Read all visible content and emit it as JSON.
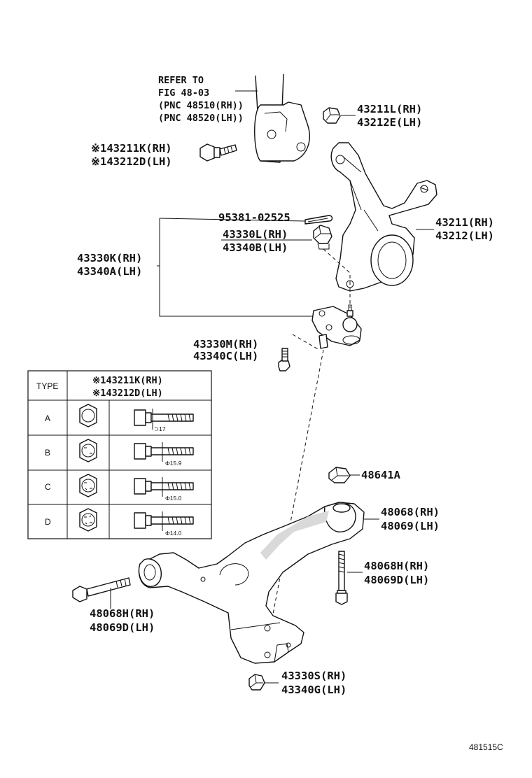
{
  "diagram_id": "481515C",
  "reference_note": {
    "line1": "REFER TO",
    "line2": "FIG 48-03",
    "line3": "(PNC 48510(RH))",
    "line4": "(PNC 48520(LH))"
  },
  "callouts": {
    "bolt_43211k": {
      "rh": "※143211K(RH)",
      "lh": "※143212D(LH)"
    },
    "nut_43211l": {
      "rh": "43211L(RH)",
      "lh": "43212E(LH)"
    },
    "knuckle": {
      "rh": "43211(RH)",
      "lh": "43212(LH)"
    },
    "cotter_pin": {
      "label": "95381-02525"
    },
    "castle_nut": {
      "rh": "43330L(RH)",
      "lh": "43340B(LH)"
    },
    "ball_joint_assy": {
      "rh": "43330K(RH)",
      "lh": "43340A(LH)"
    },
    "ball_joint_bolt": {
      "rh": "43330M(RH)",
      "lh": "43340C(LH)"
    },
    "bushing_nut": {
      "label": "48641A"
    },
    "lower_arm": {
      "rh": "48068(RH)",
      "lh": "48069(LH)"
    },
    "bolt_right": {
      "rh": "48068H(RH)",
      "lh": "48069D(LH)"
    },
    "bolt_left": {
      "rh": "48068H(RH)",
      "lh": "48069D(LH)"
    },
    "lower_nut": {
      "rh": "43330S(RH)",
      "lh": "43340G(LH)"
    }
  },
  "type_table": {
    "header_type": "TYPE",
    "header_part_rh": "※143211K(RH)",
    "header_part_lh": "※143212D(LH)",
    "rows": [
      {
        "type": "A",
        "dim": "⊃17"
      },
      {
        "type": "B",
        "dim": "Φ15.9"
      },
      {
        "type": "C",
        "dim": "Φ15.0"
      },
      {
        "type": "D",
        "dim": "Φ14.0"
      }
    ]
  }
}
